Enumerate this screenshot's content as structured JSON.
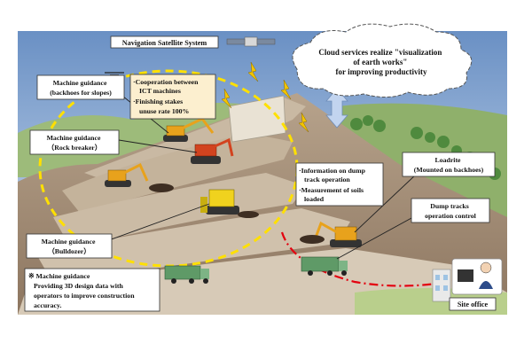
{
  "labels": {
    "satellite": "Navigation Satellite System",
    "cloud": [
      "Cloud services realize \"visualization",
      "of earth works\"",
      "for improving productivity"
    ],
    "mg_slopes": [
      "Machine guidance",
      "(backhoes for slopes)"
    ],
    "coop": [
      "·Cooperation between",
      "ICT machines",
      "·Finishing stakes",
      "unuse rate 100%"
    ],
    "mg_rock": [
      "Machine guidance",
      "（Rock breaker）"
    ],
    "info": [
      "·Information on dump",
      "track operation",
      "·Measurement of soils",
      "loaded"
    ],
    "loadrite": [
      "Loadrite",
      "(Mounted on backhoes)"
    ],
    "dump_control": [
      "Dump tracks",
      "operation control"
    ],
    "mg_bulldozer": [
      "Machine guidance",
      "（Bulldozer）"
    ],
    "note": [
      "※ Machine guidance",
      "Providing 3D design data with",
      "operators to improve construction",
      "accuracy."
    ],
    "site_office": "Site office"
  },
  "colors": {
    "sky": "#7fa3cf",
    "earth": "#a58e74",
    "grass": "#b9cf8c",
    "excavator": "#e8a21c",
    "breaker": "#d2431f",
    "bulldozer": "#f0d21e",
    "truck": "#5f9a67",
    "dashed_yellow": "#ffe000",
    "dashed_red": "#e3000f",
    "coop_box": "#fcefcf"
  }
}
